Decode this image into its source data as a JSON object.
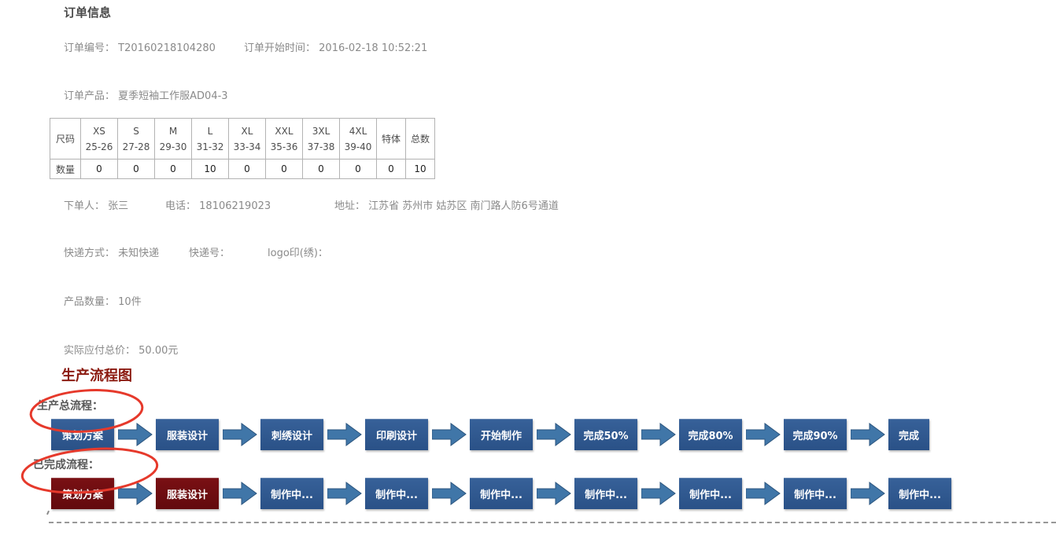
{
  "title": "订单信息",
  "order": {
    "number_label": "订单编号：",
    "number": "T20160218104280",
    "start_time_label": "订单开始时间：",
    "start_time": "2016-02-18 10:52:21",
    "product_label": "订单产品：",
    "product": "夏季短袖工作服AD04-3"
  },
  "size_table": {
    "row_header_size": "尺码",
    "row_header_qty": "数量",
    "columns": [
      {
        "size": "XS",
        "range": "25-26"
      },
      {
        "size": "S",
        "range": "27-28"
      },
      {
        "size": "M",
        "range": "29-30"
      },
      {
        "size": "L",
        "range": "31-32"
      },
      {
        "size": "XL",
        "range": "33-34"
      },
      {
        "size": "XXL",
        "range": "35-36"
      },
      {
        "size": "3XL",
        "range": "37-38"
      },
      {
        "size": "4XL",
        "range": "39-40"
      },
      {
        "size": "特体",
        "range": ""
      },
      {
        "size": "总数",
        "range": ""
      }
    ],
    "quantities": [
      "0",
      "0",
      "0",
      "10",
      "0",
      "0",
      "0",
      "0",
      "0",
      "10"
    ]
  },
  "buyer": {
    "name_label": "下单人：",
    "name": "张三",
    "phone_label": "电话：",
    "phone": "18106219023",
    "address_label": "地址：",
    "address": "江苏省 苏州市 姑苏区 南门路人防6号通道"
  },
  "delivery": {
    "method_label": "快递方式：",
    "method": "未知快递",
    "number_label": "快递号：",
    "number": "",
    "logo_label": "logo印(绣)：",
    "logo": ""
  },
  "quantity": {
    "label": "产品数量：",
    "value": "10件"
  },
  "price": {
    "label": "实际应付总价：",
    "value": "50.00元"
  },
  "flow": {
    "section_title": "生产流程图",
    "overall_label": "生产总流程：",
    "completed_label": "已完成流程：",
    "overall_steps": [
      "策划方案",
      "服装设计",
      "刺绣设计",
      "印刷设计",
      "开始制作",
      "完成50%",
      "完成80%",
      "完成90%",
      "完成"
    ],
    "completed_steps": [
      "策划方案",
      "服装设计",
      "制作中...",
      "制作中...",
      "制作中...",
      "制作中...",
      "制作中...",
      "制作中...",
      "制作中..."
    ]
  },
  "colors": {
    "step_pending_blue": "#2e5c94",
    "step_done_red": "#700d10",
    "arrow_blue": "#4076a8",
    "annotation_red": "#e6392b",
    "section_title_red": "#8b1a10",
    "body_text_gray": "#8a8a8a"
  }
}
